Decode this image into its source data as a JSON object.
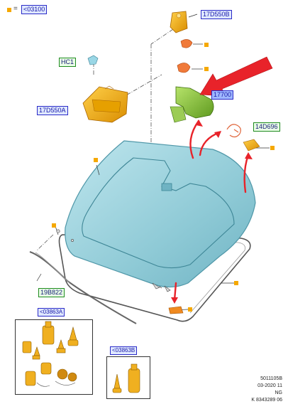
{
  "legend": {
    "equals_glyph": "=",
    "code": "<03100"
  },
  "callouts": {
    "sensor_bracket_top": "17D550B",
    "hc1": "HC1",
    "bracket_left": "17D550A",
    "mirror": "17700",
    "sensor_wire": "14D696",
    "molding": "19B822",
    "kit_a": "<03863A",
    "kit_b": "<03863B"
  },
  "footer": {
    "line1": "5011105B",
    "line2": "03-2020 11",
    "line3": "NG",
    "line4": "K 8343289 06"
  },
  "colors": {
    "glass": "#9ad2dc",
    "glass_edge": "#5fa8b8",
    "yellow_part": "#f2b01e",
    "green_part": "#8cc63f",
    "orange_part": "#f07a3a",
    "arrow_red": "#e8232a",
    "marker": "#f5a800"
  }
}
